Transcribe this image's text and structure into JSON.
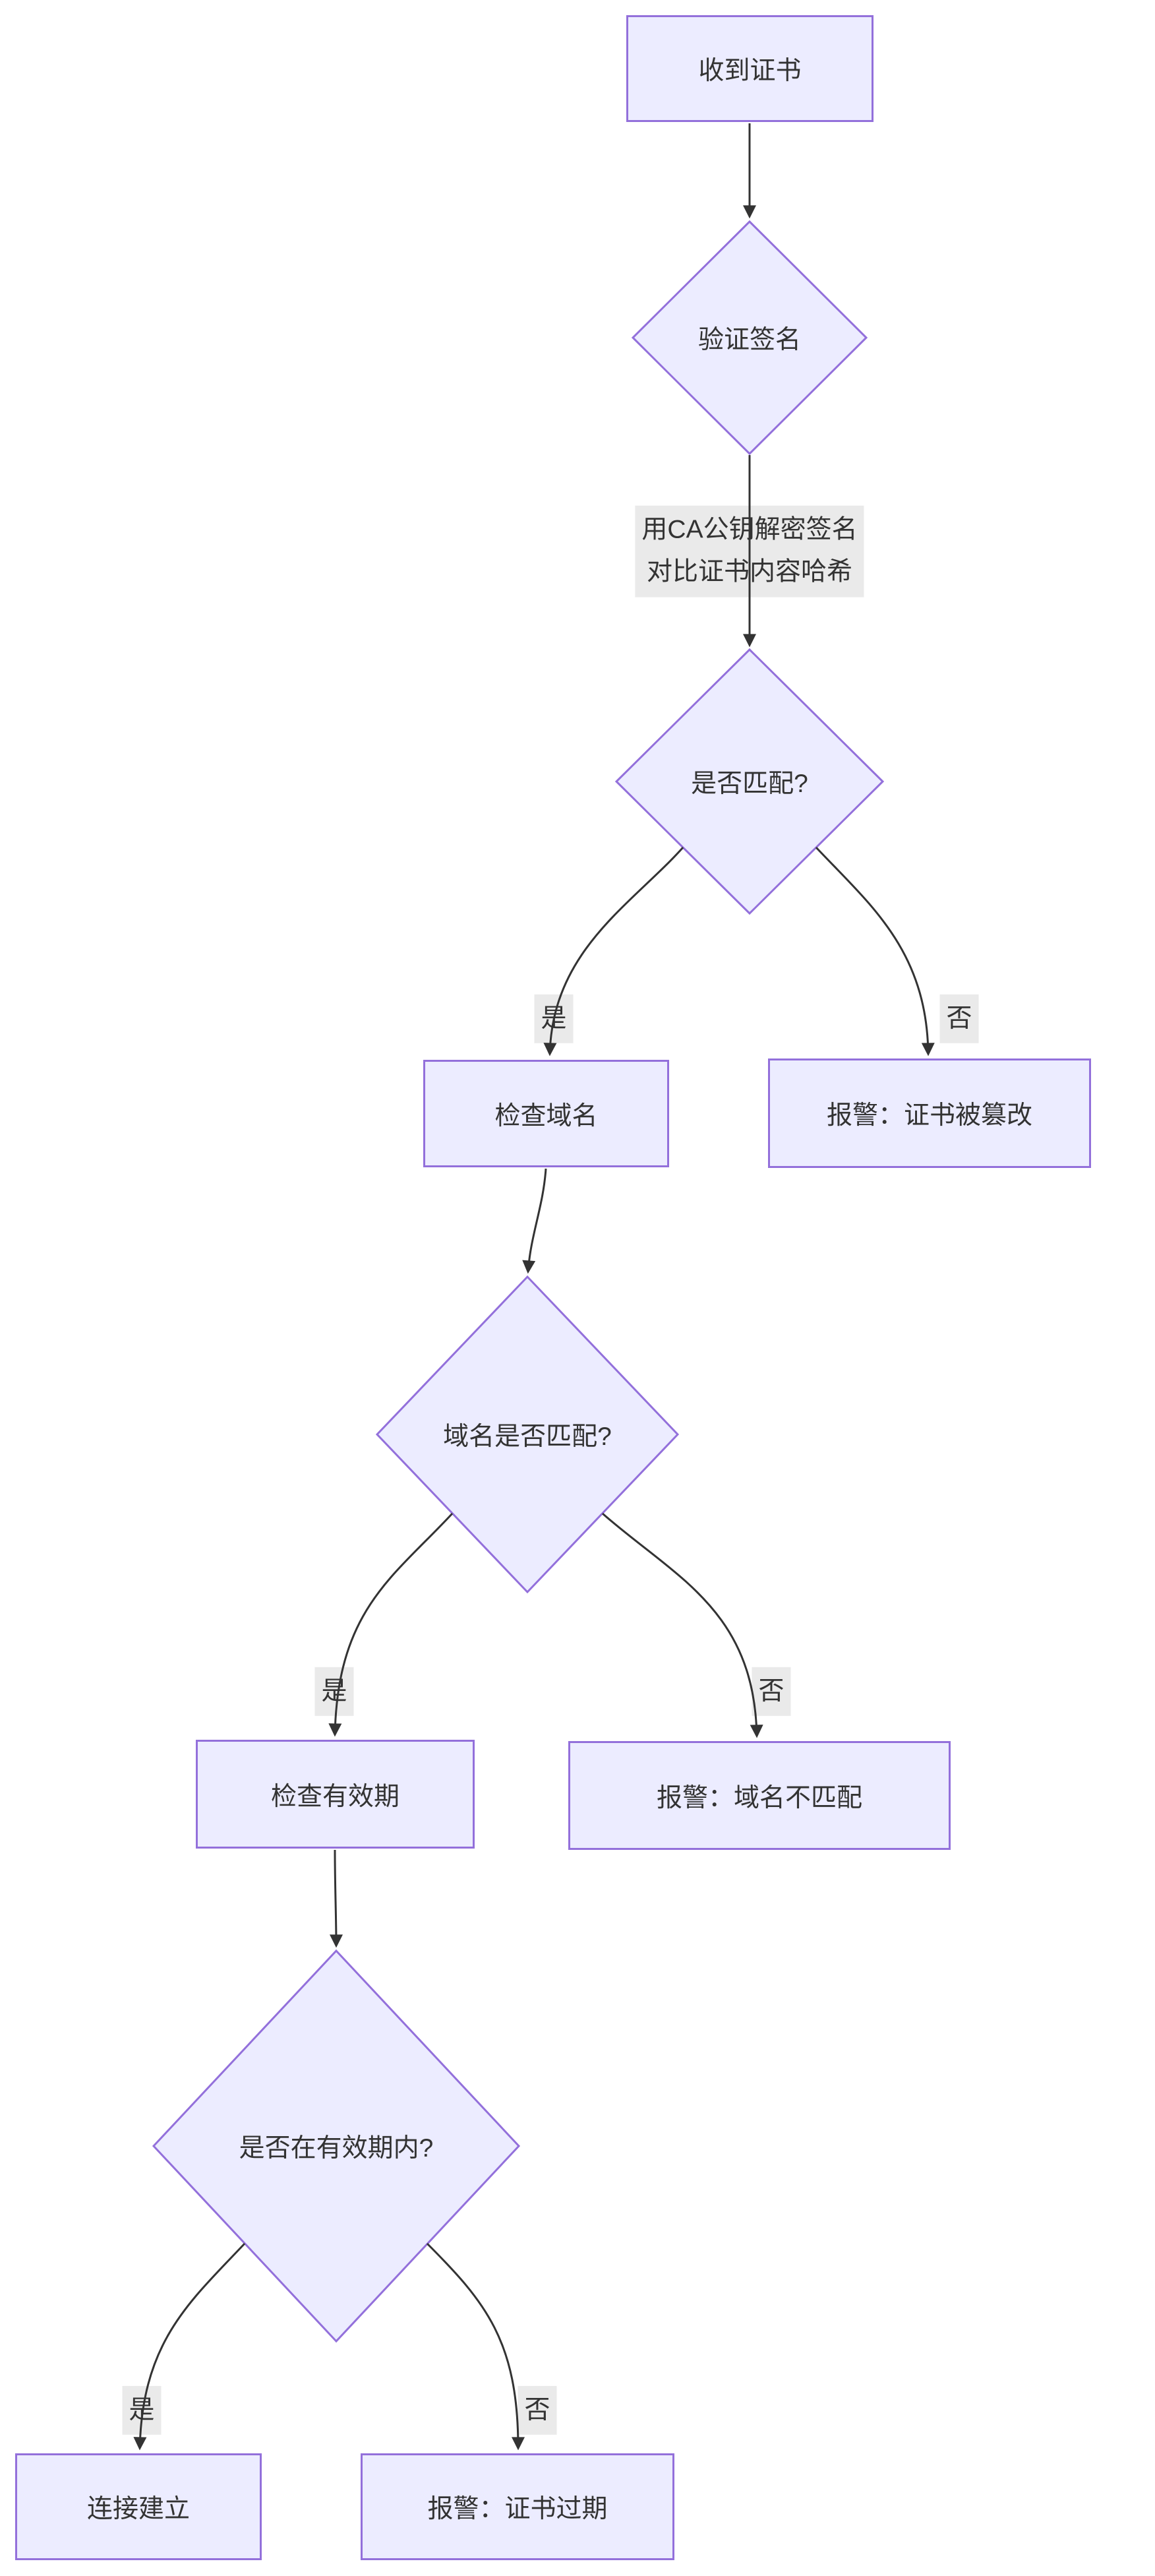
{
  "diagram": {
    "type": "flowchart",
    "direction": "top-down",
    "colors": {
      "node_fill": "#ECECFF",
      "node_border": "#9370DB",
      "edge_line": "#333333",
      "edge_label_bg": "#E8E8E8",
      "text": "#333333",
      "background": "#FFFFFF"
    },
    "nodes": [
      {
        "id": "receive-cert",
        "shape": "rect",
        "label": "收到证书"
      },
      {
        "id": "verify-signature",
        "shape": "diamond",
        "label": "验证签名"
      },
      {
        "id": "match-question",
        "shape": "diamond",
        "label": "是否匹配?"
      },
      {
        "id": "check-domain",
        "shape": "rect",
        "label": "检查域名"
      },
      {
        "id": "alert-tampered",
        "shape": "rect",
        "label": "报警：证书被篡改"
      },
      {
        "id": "domain-match",
        "shape": "diamond",
        "label": "域名是否匹配?"
      },
      {
        "id": "check-validity",
        "shape": "rect",
        "label": "检查有效期"
      },
      {
        "id": "alert-domain",
        "shape": "rect",
        "label": "报警：域名不匹配"
      },
      {
        "id": "in-validity",
        "shape": "diamond",
        "label": "是否在有效期内?"
      },
      {
        "id": "connection-up",
        "shape": "rect",
        "label": "连接建立"
      },
      {
        "id": "alert-expired",
        "shape": "rect",
        "label": "报警：证书过期"
      }
    ],
    "edges": [
      {
        "from": "receive-cert",
        "to": "verify-signature",
        "label": ""
      },
      {
        "from": "verify-signature",
        "to": "match-question",
        "label_line1": "用CA公钥解密签名",
        "label_line2": "对比证书内容哈希"
      },
      {
        "from": "match-question",
        "to": "check-domain",
        "label": "是"
      },
      {
        "from": "match-question",
        "to": "alert-tampered",
        "label": "否"
      },
      {
        "from": "check-domain",
        "to": "domain-match",
        "label": ""
      },
      {
        "from": "domain-match",
        "to": "check-validity",
        "label": "是"
      },
      {
        "from": "domain-match",
        "to": "alert-domain",
        "label": "否"
      },
      {
        "from": "check-validity",
        "to": "in-validity",
        "label": ""
      },
      {
        "from": "in-validity",
        "to": "connection-up",
        "label": "是"
      },
      {
        "from": "in-validity",
        "to": "alert-expired",
        "label": "否"
      }
    ]
  }
}
